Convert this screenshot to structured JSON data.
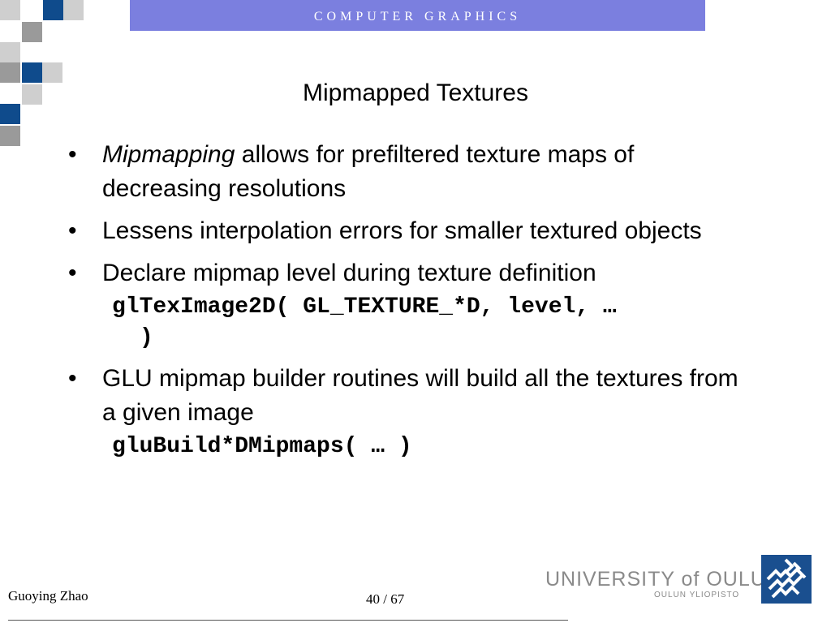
{
  "header": {
    "label": "COMPUTER   GRAPHICS"
  },
  "colors": {
    "header_bar": "#7b7fdf",
    "corner_dark": "#0f4b8c",
    "corner_gray": "#9a9a9a",
    "corner_light": "#cfcfcf",
    "logo_blue": "#1a4f8f"
  },
  "slide": {
    "title": "Mipmapped Textures",
    "bullets": [
      {
        "em": "Mipmapping",
        "text": " allows for prefiltered texture maps of decreasing resolutions"
      },
      {
        "text": "Lessens interpolation errors for smaller textured objects"
      },
      {
        "text": "Declare mipmap level during texture definition"
      },
      {
        "text": "GLU mipmap builder routines will build all the textures from a given image"
      }
    ],
    "code1": {
      "line1": "glTexImage2D( GL_TEXTURE_*D, level, …",
      "line2": ")"
    },
    "code2": "gluBuild*DMipmaps( … )"
  },
  "footer": {
    "author": "Guoying Zhao",
    "page_current": "40",
    "page_sep": " / ",
    "page_total": "67",
    "university": "UNIVERSITY of OULU",
    "university_sub": "OULUN YLIOPISTO"
  }
}
